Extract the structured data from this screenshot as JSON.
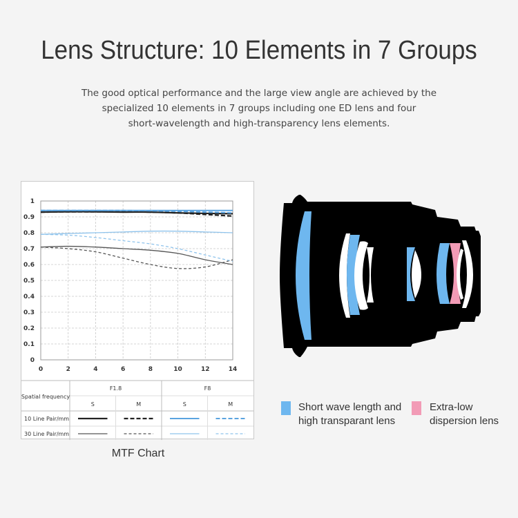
{
  "title": "Lens Structure: 10 Elements in 7 Groups",
  "subtitle_lines": [
    "The good optical performance and the large view angle are achieved by the",
    "specialized 10 elements in 7 groups including one ED lens and four",
    "short-wavelength and high-transparency lens elements."
  ],
  "caption": "MTF Chart",
  "colors": {
    "short_wave": "#6eb7ef",
    "ed": "#f29bb6",
    "dark_line": "#222222",
    "blue_line": "#5aa3e0",
    "light_blue_line": "#8ec3ec",
    "gray_line": "#555555"
  },
  "chart_data": {
    "type": "line",
    "xlim": [
      0,
      14
    ],
    "ylim": [
      0,
      1
    ],
    "x_ticks": [
      "0",
      "2",
      "4",
      "6",
      "8",
      "10",
      "12",
      "14"
    ],
    "y_ticks": [
      "0",
      "0.1",
      "0.2",
      "0.3",
      "0.4",
      "0.5",
      "0.6",
      "0.7",
      "0.8",
      "0.9",
      "1"
    ],
    "grid": true,
    "series": [
      {
        "key": "f18_10_s",
        "color": "#222222",
        "dash": "",
        "width": 2.2,
        "x": [
          0,
          2,
          4,
          6,
          8,
          10,
          12,
          14
        ],
        "y": [
          0.93,
          0.932,
          0.932,
          0.93,
          0.93,
          0.925,
          0.922,
          0.92
        ]
      },
      {
        "key": "f18_10_m",
        "color": "#222222",
        "dash": "6,3",
        "width": 2.2,
        "x": [
          0,
          2,
          4,
          6,
          8,
          10,
          12,
          14
        ],
        "y": [
          0.93,
          0.932,
          0.932,
          0.933,
          0.93,
          0.925,
          0.915,
          0.905
        ]
      },
      {
        "key": "f8_10_s",
        "color": "#5aa3e0",
        "dash": "",
        "width": 2,
        "x": [
          0,
          2,
          4,
          6,
          8,
          10,
          12,
          14
        ],
        "y": [
          0.94,
          0.94,
          0.94,
          0.94,
          0.94,
          0.94,
          0.94,
          0.94
        ]
      },
      {
        "key": "f8_10_m",
        "color": "#5aa3e0",
        "dash": "6,3",
        "width": 2,
        "x": [
          0,
          2,
          4,
          6,
          8,
          10,
          12,
          14
        ],
        "y": [
          0.94,
          0.94,
          0.94,
          0.94,
          0.938,
          0.935,
          0.93,
          0.925
        ]
      },
      {
        "key": "f18_30_s",
        "color": "#555555",
        "dash": "",
        "width": 1.3,
        "x": [
          0,
          2,
          4,
          6,
          8,
          10,
          12,
          14
        ],
        "y": [
          0.71,
          0.715,
          0.71,
          0.7,
          0.69,
          0.67,
          0.63,
          0.6
        ]
      },
      {
        "key": "f18_30_m",
        "color": "#555555",
        "dash": "4,3",
        "width": 1.3,
        "x": [
          0,
          2,
          4,
          6,
          8,
          10,
          12,
          14
        ],
        "y": [
          0.71,
          0.7,
          0.68,
          0.64,
          0.6,
          0.575,
          0.585,
          0.63
        ]
      },
      {
        "key": "f8_30_s",
        "color": "#8ec3ec",
        "dash": "",
        "width": 1.3,
        "x": [
          0,
          2,
          4,
          6,
          8,
          10,
          12,
          14
        ],
        "y": [
          0.79,
          0.795,
          0.8,
          0.805,
          0.81,
          0.81,
          0.805,
          0.8
        ]
      },
      {
        "key": "f8_30_m",
        "color": "#8ec3ec",
        "dash": "4,3",
        "width": 1.3,
        "x": [
          0,
          2,
          4,
          6,
          8,
          10,
          12,
          14
        ],
        "y": [
          0.79,
          0.785,
          0.77,
          0.75,
          0.73,
          0.7,
          0.66,
          0.62
        ]
      }
    ],
    "table": {
      "header_label": "Spatial frequency",
      "groups": [
        "F1.8",
        "F8"
      ],
      "sub_labels": [
        "S",
        "M",
        "S",
        "M"
      ],
      "rows": [
        {
          "label": "10 Line Pair/mm",
          "keys": [
            "f18_10_s",
            "f18_10_m",
            "f8_10_s",
            "f8_10_m"
          ]
        },
        {
          "label": "30 Line Pair/mm",
          "keys": [
            "f18_30_s",
            "f18_30_m",
            "f8_30_s",
            "f8_30_m"
          ]
        }
      ]
    }
  },
  "legend": [
    {
      "label_lines": [
        "Short wave length and",
        "high transparant lens"
      ],
      "color": "#6eb7ef"
    },
    {
      "label_lines": [
        "Extra-low",
        "dispersion lens"
      ],
      "color": "#f29bb6"
    }
  ]
}
